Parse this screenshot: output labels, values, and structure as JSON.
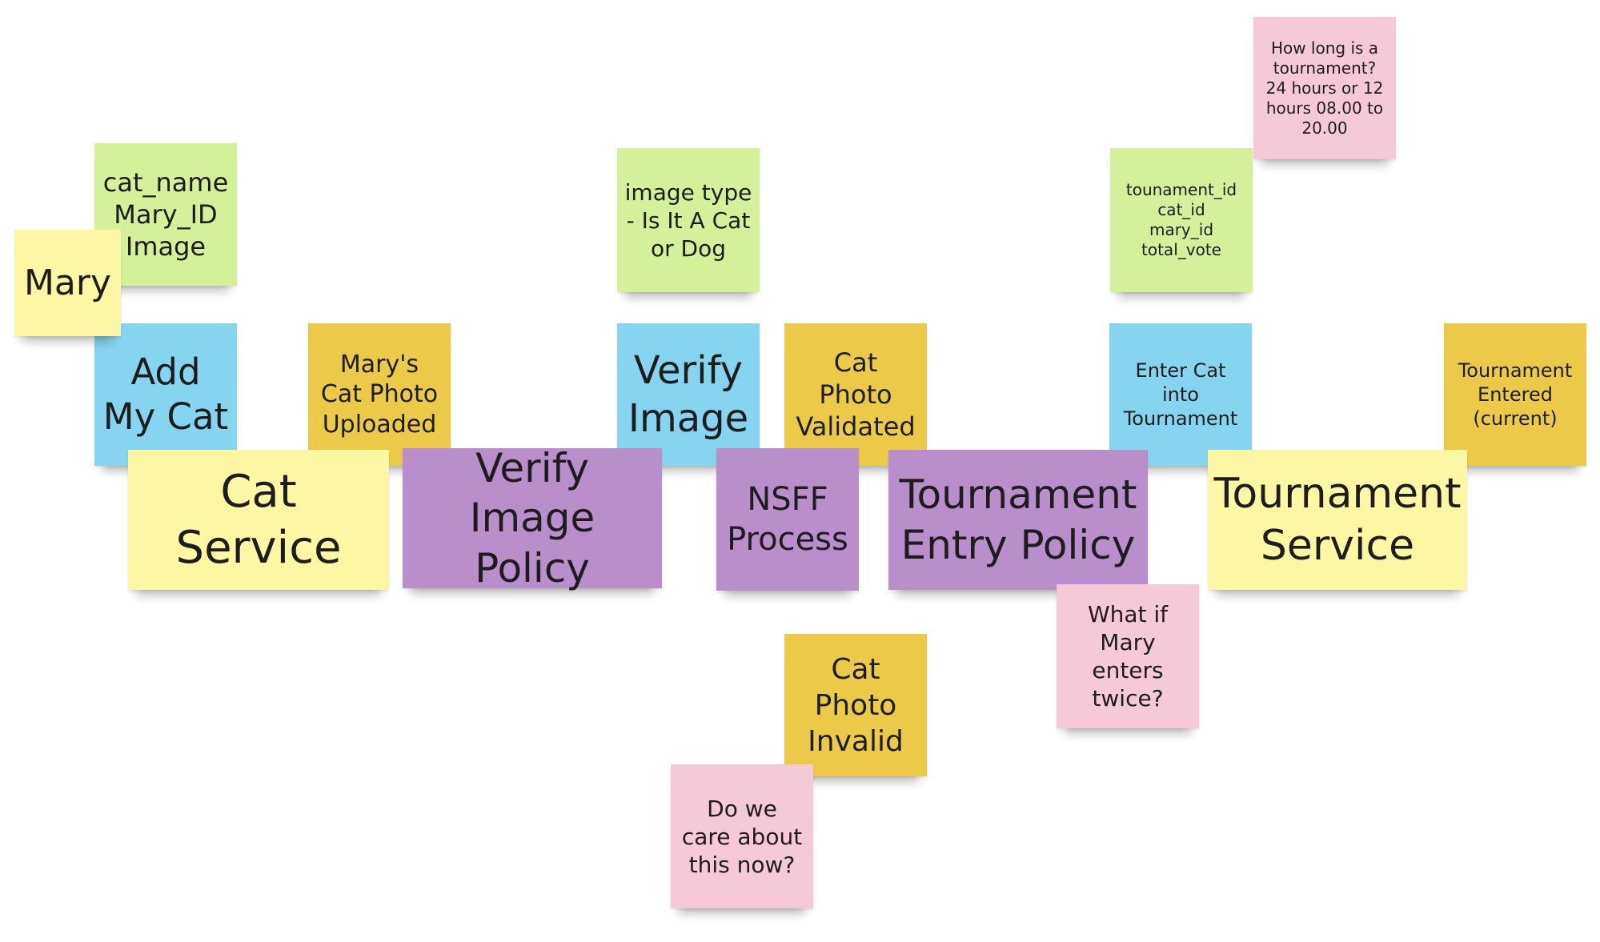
{
  "colors": {
    "yellow_light": "#fbf7a4",
    "green": "#d4f09a",
    "blue": "#86d4f0",
    "orange": "#edc94a",
    "purple": "#b98fcb",
    "pink": "#f6c9d9"
  },
  "notes": {
    "tournament_duration_question": "How long is a\ntournament?\n24 hours or 12\nhours 08.00 to\n20.00",
    "cat_data": "cat_name\nMary_ID\nImage",
    "image_type_data": "image type\n- Is It A Cat\nor Dog",
    "tournament_data": "tounament_id\ncat_id\nmary_id\ntotal_vote",
    "mary_actor": "Mary",
    "add_my_cat": "Add\nMy Cat",
    "cat_photo_uploaded": "Mary's\nCat Photo\nUploaded",
    "verify_image": "Verify\nImage",
    "cat_photo_validated": "Cat\nPhoto\nValidated",
    "enter_cat_into_tournament": "Enter Cat\ninto\nTournament",
    "tournament_entered": "Tournament\nEntered\n(current)",
    "cat_service": "Cat Service",
    "verify_image_policy": "Verify Image\nPolicy",
    "nsff_process": "NSFF\nProcess",
    "tournament_entry_policy": "Tournament\nEntry Policy",
    "tournament_service": "Tournament\nService",
    "enters_twice_question": "What if\nMary\nenters\ntwice?",
    "cat_photo_invalid": "Cat\nPhoto\nInvalid",
    "care_question": "Do we\ncare about\nthis now?"
  }
}
